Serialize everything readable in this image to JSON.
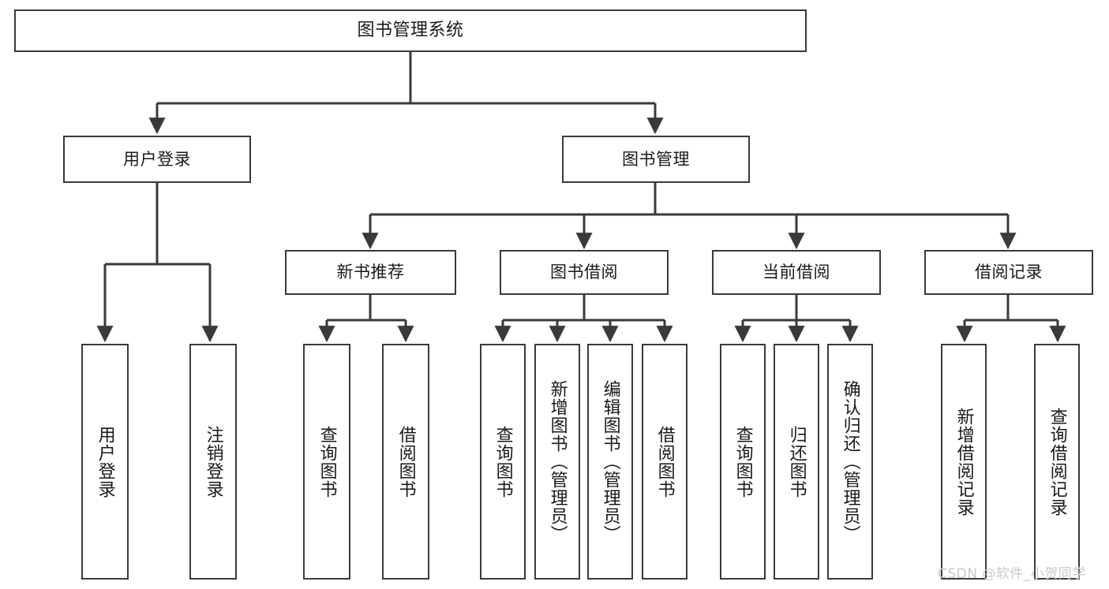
{
  "diagram": {
    "title": "图书管理系统",
    "type": "功能结构图",
    "watermark": "CSDN @软件_小贺同学",
    "colors": {
      "background": "#ffffff",
      "box_border": "#3a3a3a",
      "connector": "#3a3a3a",
      "text": "#1a1a1a",
      "watermark": "#c9c9c9"
    }
  },
  "nodes": {
    "root": {
      "label": "图书管理系统"
    },
    "level2": [
      {
        "label": "用户登录"
      },
      {
        "label": "图书管理"
      }
    ],
    "level3": [
      {
        "label": "新书推荐"
      },
      {
        "label": "图书借阅"
      },
      {
        "label": "当前借阅"
      },
      {
        "label": "借阅记录"
      }
    ],
    "leaves": {
      "user_login": [
        {
          "label": "用户登录"
        },
        {
          "label": "注销登录"
        }
      ],
      "new_book": [
        {
          "label": "查询图书"
        },
        {
          "label": "借阅图书"
        }
      ],
      "book_borrow": [
        {
          "label": "查询图书"
        },
        {
          "label": "新增图书（管理员）"
        },
        {
          "label": "编辑图书（管理员）"
        },
        {
          "label": "借阅图书"
        }
      ],
      "current_borrow": [
        {
          "label": "查询图书"
        },
        {
          "label": "归还图书"
        },
        {
          "label": "确认归还（管理员）"
        }
      ],
      "borrow_record": [
        {
          "label": "新增借阅记录"
        },
        {
          "label": "查询借阅记录"
        }
      ]
    }
  }
}
